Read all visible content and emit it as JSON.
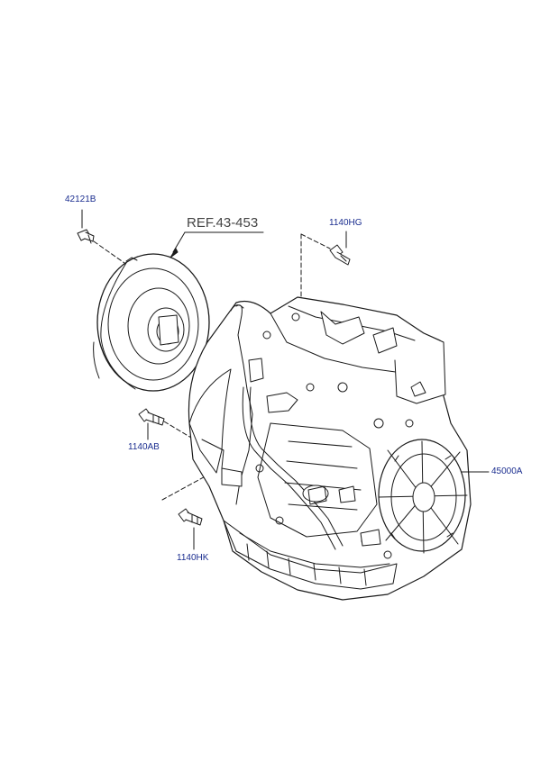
{
  "diagram": {
    "ref_label": "REF.43-453",
    "callouts": [
      {
        "id": "torque-bolt",
        "text": "42121B"
      },
      {
        "id": "top-bolt",
        "text": "1140HG"
      },
      {
        "id": "mid-bolt",
        "text": "1140AB"
      },
      {
        "id": "low-bolt",
        "text": "1140HK"
      },
      {
        "id": "transaxle",
        "text": "45000A"
      }
    ]
  },
  "colors": {
    "callout_text": "#1a2d8f",
    "line": "#1a1a1a",
    "ref_text": "#444444"
  },
  "icons": [
    "bolt-icon",
    "torque-converter-icon",
    "transaxle-assembly-icon"
  ]
}
